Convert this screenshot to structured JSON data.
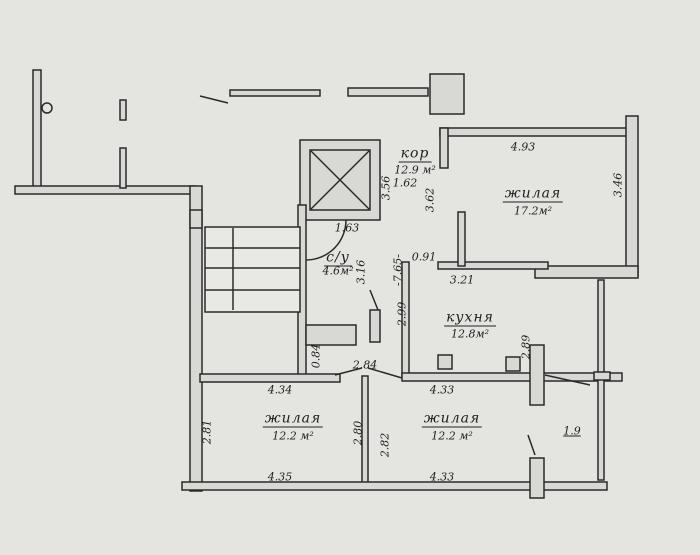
{
  "rooms": {
    "corridor": {
      "name": "кор",
      "area": "12.9 м²"
    },
    "living_top": {
      "name": "жилая",
      "area": "17.2м²"
    },
    "bathroom": {
      "name": "с/у",
      "area": "4.6м²"
    },
    "kitchen": {
      "name": "кухня",
      "area": "12.8м²"
    },
    "living_left": {
      "name": "жилая",
      "area": "12.2 м²"
    },
    "living_right": {
      "name": "жилая",
      "area": "12.2 м²"
    },
    "balcony": {
      "area": "1.9"
    }
  },
  "dimensions": {
    "d1": "1.62",
    "d2": "3.56",
    "d3": "3.62",
    "d4": "4.93",
    "d5": "3.46",
    "d6": "1.63",
    "d7": "3.16",
    "d8": "-7.65-",
    "d9": "0.91",
    "d10": "3.21",
    "d11": "2.99",
    "d12": "2.89",
    "d13": "0.84",
    "d14": "2.84",
    "d15": "4.34",
    "d16": "4.33",
    "d17": "2.81",
    "d18": "2.80",
    "d19": "2.82",
    "d20": "4.35",
    "d21": "4.33"
  }
}
